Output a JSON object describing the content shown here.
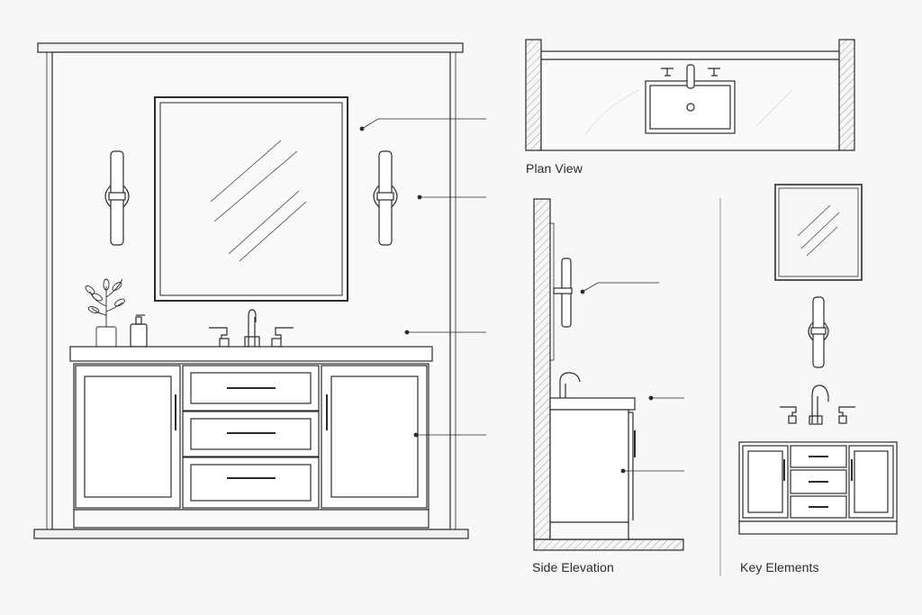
{
  "labels": {
    "plan_view": "Plan View",
    "side_elevation": "Side Elevation",
    "key_elements": "Key Elements"
  },
  "colors": {
    "background": "#f7f7f5",
    "line": "#2b2b2b",
    "hatch": "#9a9a9a",
    "wall": "#fafaf8"
  }
}
